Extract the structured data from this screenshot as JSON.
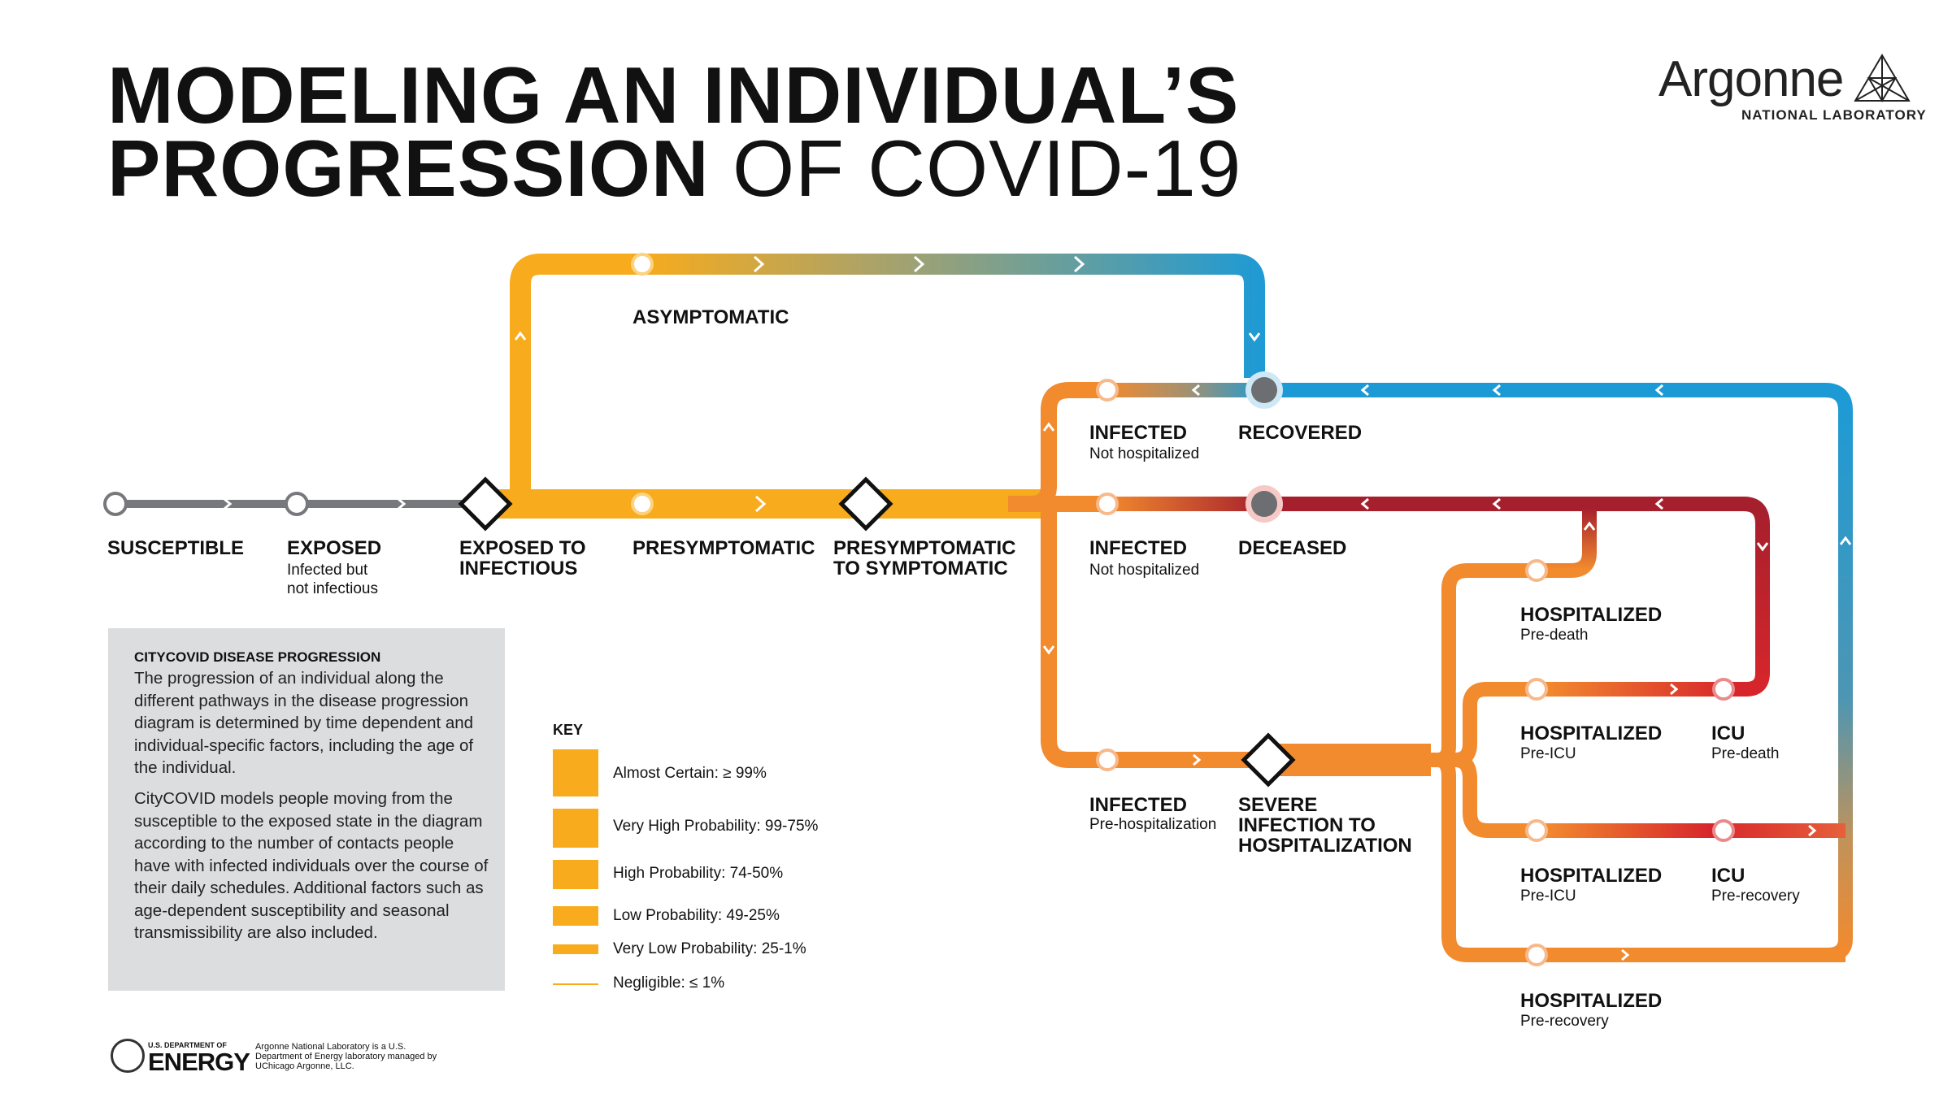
{
  "title": {
    "bold_line1": "MODELING AN INDIVIDUAL’S",
    "bold_line2": "PROGRESSION",
    "light_line2": "OF COVID-19"
  },
  "logo": {
    "name": "Argonne",
    "subtitle": "NATIONAL LABORATORY",
    "icon": "argonne-triangle-icon"
  },
  "colors": {
    "orange": "#f7ab1d",
    "deep_orange": "#f28a2e",
    "blue": "#1c9ad6",
    "red": "#d7262b",
    "gray": "#77787b",
    "dark_red": "#a51f2d"
  },
  "nodes": {
    "susceptible": {
      "label": "SUSCEPTIBLE"
    },
    "exposed": {
      "label": "EXPOSED",
      "sub1": "Infected but",
      "sub2": "not infectious"
    },
    "exposed_to_infectious": {
      "label1": "EXPOSED TO",
      "label2": "INFECTIOUS"
    },
    "asymptomatic": {
      "label": "ASYMPTOMATIC"
    },
    "presymptomatic": {
      "label": "PRESYMPTOMATIC"
    },
    "presymptomatic_to_symptomatic": {
      "label1": "PRESYMPTOMATIC",
      "label2": "TO SYMPTOMATIC"
    },
    "infected_1": {
      "label": "INFECTED",
      "sub": "Not hospitalized"
    },
    "recovered": {
      "label": "RECOVERED"
    },
    "infected_2": {
      "label": "INFECTED",
      "sub": "Not hospitalized"
    },
    "deceased": {
      "label": "DECEASED"
    },
    "infected_3": {
      "label": "INFECTED",
      "sub": "Pre-hospitalization"
    },
    "severe": {
      "label1": "SEVERE",
      "label2": "INFECTION TO",
      "label3": "HOSPITALIZATION"
    },
    "hosp_predeath": {
      "label": "HOSPITALIZED",
      "sub": "Pre-death"
    },
    "hosp_preicu_1": {
      "label": "HOSPITALIZED",
      "sub": "Pre-ICU"
    },
    "icu_predeath": {
      "label": "ICU",
      "sub": "Pre-death"
    },
    "hosp_preicu_2": {
      "label": "HOSPITALIZED",
      "sub": "Pre-ICU"
    },
    "icu_prerecovery": {
      "label": "ICU",
      "sub": "Pre-recovery"
    },
    "hosp_prerecovery": {
      "label": "HOSPITALIZED",
      "sub": "Pre-recovery"
    }
  },
  "panel": {
    "heading": "CITYCOVID DISEASE PROGRESSION",
    "p1": "The progression of an individual along the different pathways in the disease progression diagram is determined by time dependent and individual-specific factors, including the age of the individual.",
    "p2": "CityCOVID models people moving from the susceptible to the exposed state in the diagram according to the number of contacts people have with infected individuals over the course of their daily schedules. Additional factors such as age-dependent susceptibility and seasonal transmissibility are also included."
  },
  "key": {
    "title": "KEY",
    "items": [
      {
        "label": "Almost Certain: ≥ 99%"
      },
      {
        "label": "Very High Probability: 99-75%"
      },
      {
        "label": "High Probability: 74-50%"
      },
      {
        "label": "Low Probability: 49-25%"
      },
      {
        "label": "Very Low Probability: 25-1%"
      },
      {
        "label": "Negligible: ≤ 1%"
      }
    ]
  },
  "footer": {
    "doe_top": "U.S. DEPARTMENT OF",
    "doe_big": "ENERGY",
    "note": "Argonne National Laboratory is a U.S. Department of Energy laboratory managed by UChicago Argonne, LLC."
  }
}
